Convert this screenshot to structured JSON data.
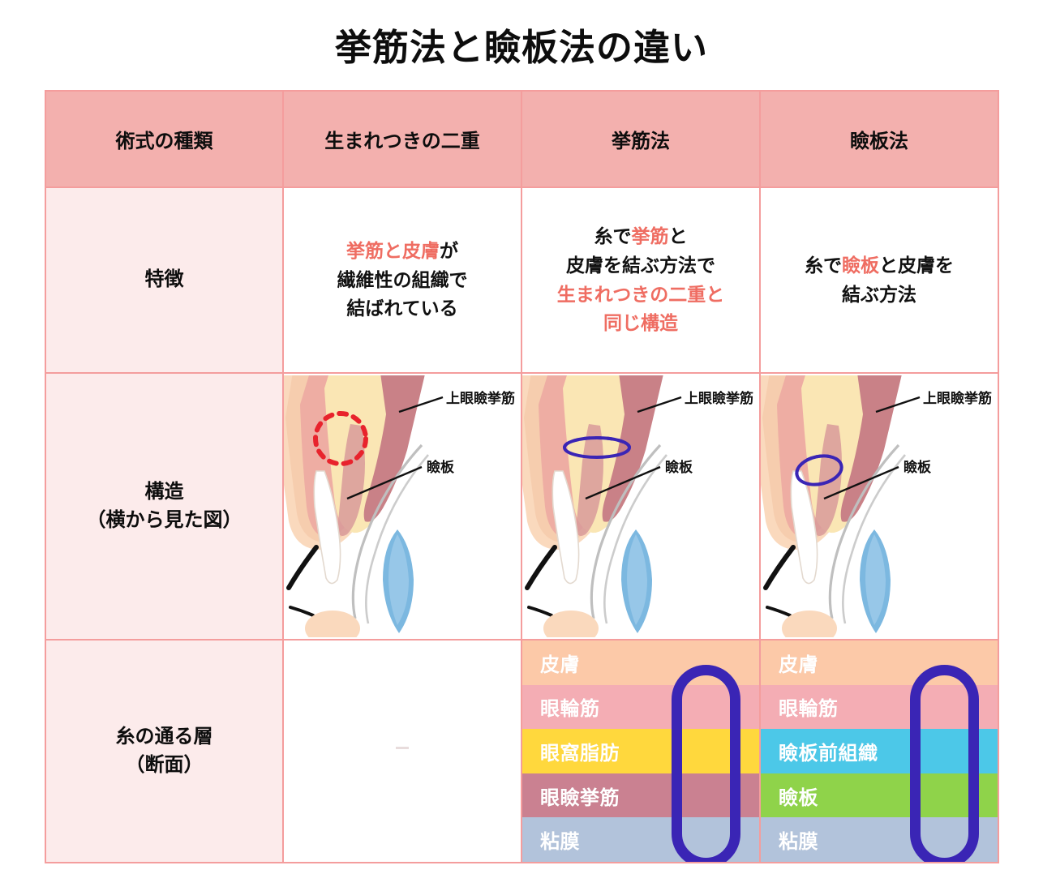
{
  "page": {
    "title": "挙筋法と瞼板法の違い"
  },
  "table": {
    "headers": [
      {
        "label": "術式の種類"
      },
      {
        "label": "生まれつきの二重"
      },
      {
        "label": "挙筋法"
      },
      {
        "label": "瞼板法"
      }
    ],
    "row_labels": {
      "feature": "特徴",
      "structure_line1": "構造",
      "structure_line2": "（横から見た図）",
      "layers_line1": "糸の通る層",
      "layers_line2": "（断面）"
    },
    "features": {
      "natural": [
        {
          "text": "挙筋と皮膚",
          "highlight": true
        },
        {
          "text": "が",
          "highlight": false
        },
        {
          "br": true
        },
        {
          "text": "繊維性の組織で",
          "highlight": false
        },
        {
          "br": true
        },
        {
          "text": "結ばれている",
          "highlight": false
        }
      ],
      "levator": [
        {
          "text": "糸で",
          "highlight": false
        },
        {
          "text": "挙筋",
          "highlight": true
        },
        {
          "text": "と",
          "highlight": false
        },
        {
          "br": true
        },
        {
          "text": "皮膚を結ぶ方法で",
          "highlight": false
        },
        {
          "br": true
        },
        {
          "text": "生まれつきの二重と",
          "highlight": true
        },
        {
          "br": true
        },
        {
          "text": "同じ構造",
          "highlight": true
        }
      ],
      "tarsal": [
        {
          "text": "糸で",
          "highlight": false
        },
        {
          "text": "瞼板",
          "highlight": true
        },
        {
          "text": "と皮膚を",
          "highlight": false
        },
        {
          "br": true
        },
        {
          "text": "結ぶ方法",
          "highlight": false
        }
      ]
    },
    "diagram": {
      "label_levator_muscle": "上眼瞼挙筋",
      "label_tarsal_plate": "瞼板",
      "marker_natural_color": "#e8232c",
      "marker_thread_color": "#3a25b5"
    },
    "layers": {
      "levator_method": [
        {
          "name": "皮膚",
          "color": "#fcc9a8",
          "height": 20
        },
        {
          "name": "眼輪筋",
          "color": "#f4adb4",
          "height": 20
        },
        {
          "name": "眼窩脂肪",
          "color": "#ffd83d",
          "height": 20
        },
        {
          "name": "眼瞼挙筋",
          "color": "#ca8191",
          "height": 20
        },
        {
          "name": "粘膜",
          "color": "#b2c3db",
          "height": 20
        }
      ],
      "tarsal_method": [
        {
          "name": "皮膚",
          "color": "#fcc9a8",
          "height": 20
        },
        {
          "name": "眼輪筋",
          "color": "#f4adb4",
          "height": 20
        },
        {
          "name": "瞼板前組織",
          "color": "#4cc8e8",
          "height": 20
        },
        {
          "name": "瞼板",
          "color": "#8fd34a",
          "height": 20
        },
        {
          "name": "粘膜",
          "color": "#b2c3db",
          "height": 20
        }
      ],
      "thread_color": "#3a25b5"
    }
  },
  "colors": {
    "header_bg": "#f3b0ae",
    "rowlabel_bg": "#fcebeb",
    "border": "#f49d9d",
    "accent_red": "#ef6d62",
    "thread_blue": "#3a25b5",
    "marker_red": "#e8232c"
  }
}
